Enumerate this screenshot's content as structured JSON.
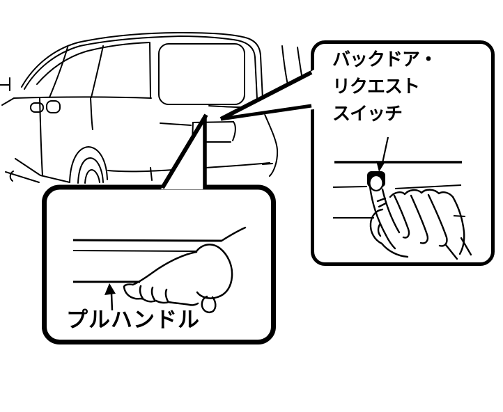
{
  "canvas": {
    "background_color": "#ffffff",
    "ink_color": "#000000"
  },
  "illustration": {
    "callouts": {
      "switch": {
        "line1": "バックドア・",
        "line2": "リクエスト",
        "line3": "スイッチ",
        "full_label": "バックドア・リクエスト スイッチ"
      },
      "handle": {
        "label": "プルハンドル"
      }
    }
  }
}
